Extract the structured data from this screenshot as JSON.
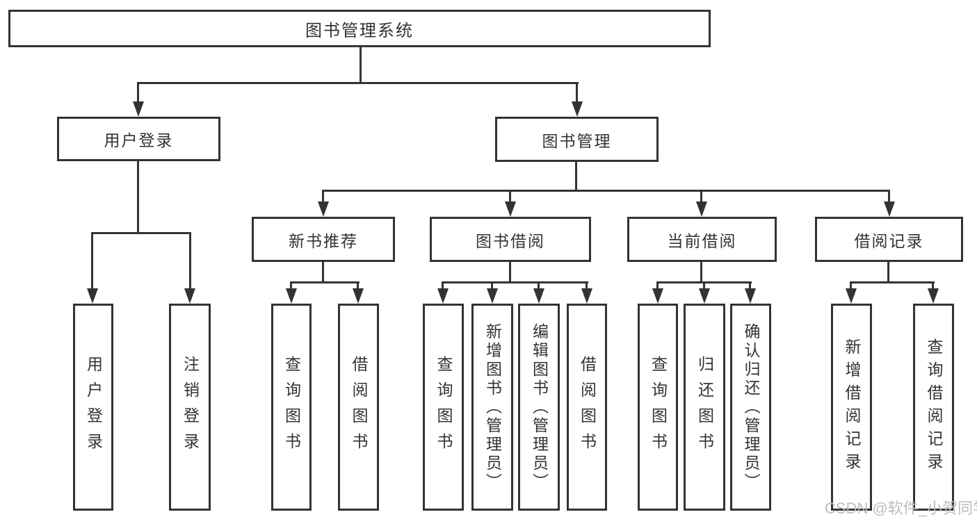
{
  "diagram_title": "图书管理系统",
  "nodes": {
    "root": "图书管理系统",
    "user_login": "用户登录",
    "book_management": "图书管理",
    "user_login_leaves": [
      "用户登录",
      "注销登录"
    ],
    "groups": [
      {
        "label": "新书推荐",
        "leaves": [
          "查询图书",
          "借阅图书"
        ]
      },
      {
        "label": "图书借阅",
        "leaves": [
          "查询图书",
          "新增图书（管理员）",
          "编辑图书（管理员）",
          "借阅图书"
        ]
      },
      {
        "label": "当前借阅",
        "leaves": [
          "查询图书",
          "归还图书",
          "确认归还（管理员）"
        ]
      },
      {
        "label": "借阅记录",
        "leaves": [
          "新增借阅记录",
          "查询借阅记录"
        ]
      }
    ]
  },
  "watermark": "CSDN @软件_小贺同学",
  "colors": {
    "line": "#333333",
    "text": "#333333",
    "watermark": "#bdbdbd",
    "background": "#ffffff"
  }
}
